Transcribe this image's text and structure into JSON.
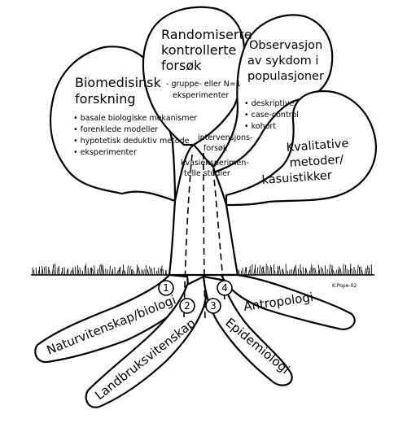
{
  "bubbles": {
    "biomedisinsk": {
      "title_lines": [
        "Biomedisinsk",
        "forskning"
      ],
      "bullets": [
        "basale biologiske mekanismer",
        "forenklede modeller",
        "hypotetisk deduktiv metode",
        "eksperimenter"
      ]
    },
    "randomiserte": {
      "title_lines": [
        "Randomiserte",
        "kontrollerte",
        "forsøk"
      ],
      "bullets": [
        "gruppe- eller N=1",
        "eksperimenter"
      ]
    },
    "observasjon": {
      "title_lines": [
        "Observasjon",
        "av sykdom i",
        "populasjoner"
      ],
      "bullets": [
        "deskriptive",
        "case-control",
        "kohort"
      ]
    },
    "kvalitative": {
      "title_lines": [
        "Kvalitative",
        "metoder/",
        "kasuistikker"
      ]
    }
  },
  "trunk_labels": {
    "intervensjon": [
      "intervensjons-",
      "forsøk"
    ],
    "kvasi": [
      "kvasieksperimen-",
      "telle studier"
    ]
  },
  "roots": [
    {
      "number": "1",
      "label": "Naturvitenskap/biologi"
    },
    {
      "number": "2",
      "label": "Landbruksvitenskap"
    },
    {
      "number": "3",
      "label": "Epidemiologi"
    },
    {
      "number": "4",
      "label": "Antropologi"
    }
  ],
  "signature": "K.Pope-02"
}
